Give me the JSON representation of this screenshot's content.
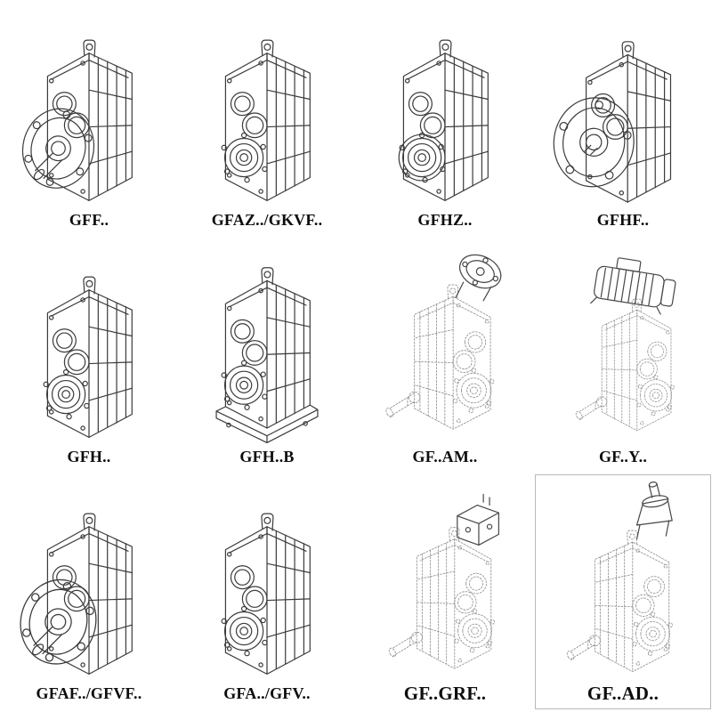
{
  "page": {
    "background": "#ffffff",
    "ink_color": "#3c3c3c",
    "phantom_color": "#909090"
  },
  "cells": [
    {
      "label": "GFF..",
      "type": "flange-mounted-with-shaft",
      "line_style": "solid"
    },
    {
      "label": "GFAZ../GKVF..",
      "type": "hollow-shaft-mounted",
      "line_style": "solid"
    },
    {
      "label": "GFHZ..",
      "type": "hollow-shaft-shrink-disc",
      "line_style": "solid"
    },
    {
      "label": "GFHF..",
      "type": "large-flange-mounted",
      "line_style": "solid"
    },
    {
      "label": "GFH..",
      "type": "hollow-shaft-mounted",
      "line_style": "solid"
    },
    {
      "label": "GFH..B",
      "type": "foot-mounted-hollow-shaft",
      "line_style": "solid"
    },
    {
      "label": "GF..AM..",
      "type": "motor-adapter-flange",
      "line_style": "phantom"
    },
    {
      "label": "GF..Y..",
      "type": "with-mounted-motor",
      "line_style": "phantom"
    },
    {
      "label": "GFAF../GFVF..",
      "type": "flange-mounted-with-shaft",
      "line_style": "solid"
    },
    {
      "label": "GFA../GFV..",
      "type": "hollow-shaft-mounted",
      "line_style": "solid"
    },
    {
      "label": "GF..GRF..",
      "type": "primary-gear-unit-input",
      "line_style": "phantom"
    },
    {
      "label": "GF..AD..",
      "type": "input-shaft-adapter",
      "line_style": "phantom"
    }
  ]
}
